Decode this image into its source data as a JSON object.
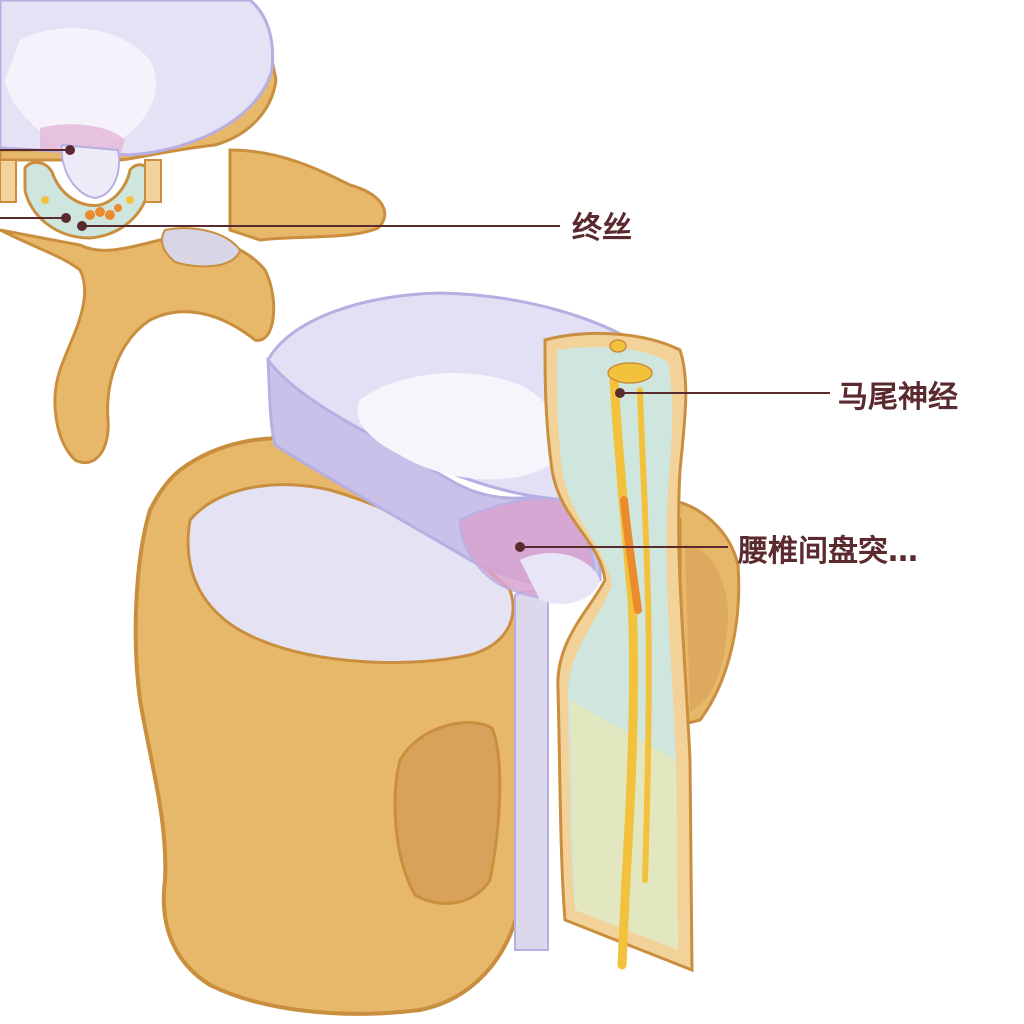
{
  "labels": {
    "filum_terminale": "终丝",
    "cauda_equina": "马尾神经",
    "disc_herniation": "腰椎间盘突…"
  },
  "colors": {
    "bone": "#e8b86a",
    "bone_dark": "#c98f3e",
    "bone_light": "#f3d29a",
    "disc": "#d9d5f2",
    "disc_dark": "#b7aee2",
    "disc_pink": "#d9a3cf",
    "canal": "#cfe6df",
    "nerve": "#f2c23c",
    "nerve_orange": "#ec8a2e",
    "leader_line": "#5a2a2e"
  }
}
